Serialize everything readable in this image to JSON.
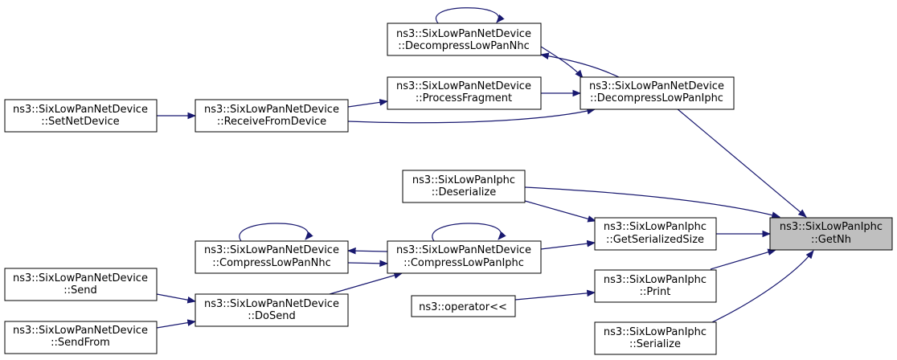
{
  "diagram": {
    "colors": {
      "edge": "#191970",
      "node_border": "#000000",
      "target_fill": "#bfbfbf",
      "background": "#ffffff"
    },
    "nodes": [
      {
        "id": "decompress_nhc",
        "line1": "ns3::SixLowPanNetDevice",
        "line2": "::DecompressLowPanNhc"
      },
      {
        "id": "process_fragment",
        "line1": "ns3::SixLowPanNetDevice",
        "line2": "::ProcessFragment"
      },
      {
        "id": "decompress_iphc",
        "line1": "ns3::SixLowPanNetDevice",
        "line2": "::DecompressLowPanIphc"
      },
      {
        "id": "set_net_device",
        "line1": "ns3::SixLowPanNetDevice",
        "line2": "::SetNetDevice"
      },
      {
        "id": "receive_from_device",
        "line1": "ns3::SixLowPanNetDevice",
        "line2": "::ReceiveFromDevice"
      },
      {
        "id": "deserialize",
        "line1": "ns3::SixLowPanIphc",
        "line2": "::Deserialize"
      },
      {
        "id": "get_serialized_size",
        "line1": "ns3::SixLowPanIphc",
        "line2": "::GetSerializedSize"
      },
      {
        "id": "get_nh",
        "line1": "ns3::SixLowPanIphc",
        "line2": "::GetNh"
      },
      {
        "id": "compress_nhc",
        "line1": "ns3::SixLowPanNetDevice",
        "line2": "::CompressLowPanNhc"
      },
      {
        "id": "compress_iphc",
        "line1": "ns3::SixLowPanNetDevice",
        "line2": "::CompressLowPanIphc"
      },
      {
        "id": "send",
        "line1": "ns3::SixLowPanNetDevice",
        "line2": "::Send"
      },
      {
        "id": "do_send",
        "line1": "ns3::SixLowPanNetDevice",
        "line2": "::DoSend"
      },
      {
        "id": "send_from",
        "line1": "ns3::SixLowPanNetDevice",
        "line2": "::SendFrom"
      },
      {
        "id": "operator_ll",
        "line1": "ns3::operator<<",
        "line2": ""
      },
      {
        "id": "print",
        "line1": "ns3::SixLowPanIphc",
        "line2": "::Print"
      },
      {
        "id": "serialize",
        "line1": "ns3::SixLowPanIphc",
        "line2": "::Serialize"
      }
    ]
  }
}
